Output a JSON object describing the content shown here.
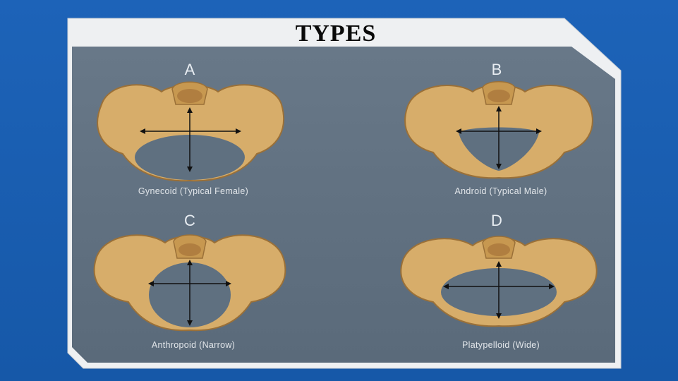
{
  "slide": {
    "title": "TYPES",
    "colors": {
      "background_blue": "#1a5fb4",
      "panel_gray": "#5f7080",
      "frame_white": "#eef0f2",
      "bone": "#d7ad6a",
      "bone_shadow": "#9a7038",
      "arrow": "#111111"
    },
    "panels": [
      {
        "letter": "A",
        "caption": "Gynecoid (Typical Female)"
      },
      {
        "letter": "B",
        "caption": "Android (Typical Male)"
      },
      {
        "letter": "C",
        "caption": "Anthropoid (Narrow)"
      },
      {
        "letter": "D",
        "caption": "Platypelloid (Wide)"
      }
    ]
  }
}
